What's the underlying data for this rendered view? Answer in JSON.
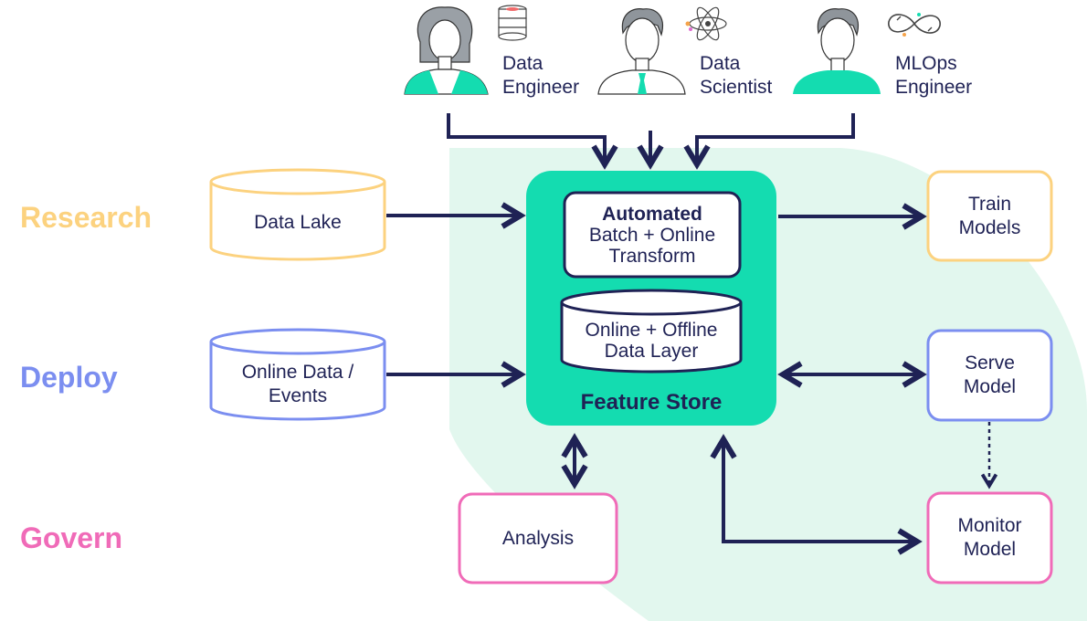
{
  "stages": {
    "research": "Research",
    "deploy": "Deploy",
    "govern": "Govern"
  },
  "roles": {
    "data_engineer": "Data\nEngineer",
    "data_scientist": "Data\nScientist",
    "mlops_engineer": "MLOps\nEngineer"
  },
  "sources": {
    "data_lake": "Data Lake",
    "online_data": "Online Data /\nEvents"
  },
  "feature_store": {
    "title": "Feature Store",
    "transform_bold": "Automated",
    "transform_rest": "Batch + Online\nTransform",
    "data_layer": "Online + Offline\nData Layer"
  },
  "targets": {
    "train": "Train\nModels",
    "serve": "Serve\nModel",
    "monitor": "Monitor\nModel",
    "analysis": "Analysis"
  },
  "colors": {
    "navy": "#1f2255",
    "teal": "#14dcb0",
    "mint_bg": "#e2f7ee",
    "research": "#fcd27f",
    "deploy": "#7b8ef0",
    "govern": "#f06bb8"
  },
  "icons": [
    "database-icon",
    "atom-icon",
    "infinity-icon"
  ]
}
